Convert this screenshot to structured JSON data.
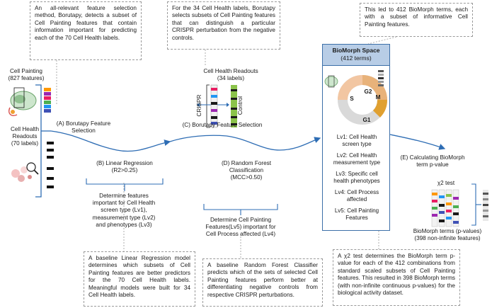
{
  "notes": {
    "boruta_text": "An all-relevant feature selection method, Borutapy, detects a subset of Cell Painting features that contain information important for predicting each of the 70 Cell Health labels.",
    "boruta34_text": "For the 34 Cell Health labels, Borutapy selects subsets of Cell Painting features that can distinguish a particular CRISPR perturbation from the negative controls.",
    "terms_text": "This led to 412 BioMorph terms, each with a subset of informative Cell Painting features.",
    "linreg_text": "A baseline Linear Regression model determines which subsets of Cell Painting features are better predictors for the 70 Cell Health labels. Meaningful models were built for 34 Cell Health labels.",
    "rf_text": "A baseline Random Forest Classifier predicts which of the sets of selected Cell Painting features perform better at differentiating negative controls from respective CRISPR perturbations.",
    "chi_text": "A χ2 test determines the BioMorph term p-value for each of the 412 combinations from standard scaled subsets of Cell Painting features. This resulted in 398 BioMorph terms (with non-infinite continuous p-values) for the biological activity dataset."
  },
  "inputs": {
    "cp_title": "Cell Painting",
    "cp_sub": "(827 features)",
    "ch_title": "Cell Health Readouts",
    "ch_sub": "(70 labels)"
  },
  "steps": {
    "a_line1": "(A) Borutapy Feature",
    "a_line2": "Selection",
    "b_line1": "(B) Linear Regression",
    "b_line2": "(R2>0.25)",
    "c_label": "(C) Borutapy Feature Selection",
    "d_line1": "(D) Random Forest",
    "d_line2": "Classification",
    "d_line3": "(MCC>0.50)",
    "e_line1": "(E) Calculating BioMorph",
    "e_line2": "term p-value"
  },
  "determine_b": {
    "l1": "Determine features",
    "l2": "important for Cell Health",
    "l3": "screen type (Lv1),",
    "l4": "measurement type (Lv2)",
    "l5": "and phenotypes (Lv3)"
  },
  "determine_d": {
    "l1": "Determine Cell Painting",
    "l2": "Features(Lv5) important for",
    "l3": "Cell Process affected (Lv4)"
  },
  "crispr": {
    "title": "Cell Health Readouts",
    "sub": "(34 labels)",
    "left_label": "CRISPR",
    "right_label": "Control"
  },
  "biomorph": {
    "title": "BioMorph Space",
    "sub": "(412 terms)",
    "cycle": [
      "S",
      "G2",
      "M",
      "G1"
    ],
    "levels": [
      {
        "a": "Lv1: Cell Health",
        "b": "screen type"
      },
      {
        "a": "Lv2: Cell Health",
        "b": "measurement type"
      },
      {
        "a": "Lv3: Specific cell",
        "b": "health phenotypes"
      },
      {
        "a": "Lv4: Cell Process",
        "b": "affected"
      },
      {
        "a": "Lv5: Cell Painting",
        "b": "Features"
      }
    ]
  },
  "chi": {
    "title": "χ2 test",
    "out1": "BioMorph terms (p-values)",
    "out2": "(398 non-infinite features)"
  },
  "colors": {
    "accent": "#2e6db4",
    "panel_head": "#b8cde6",
    "dashed": "#9a9a9a"
  }
}
